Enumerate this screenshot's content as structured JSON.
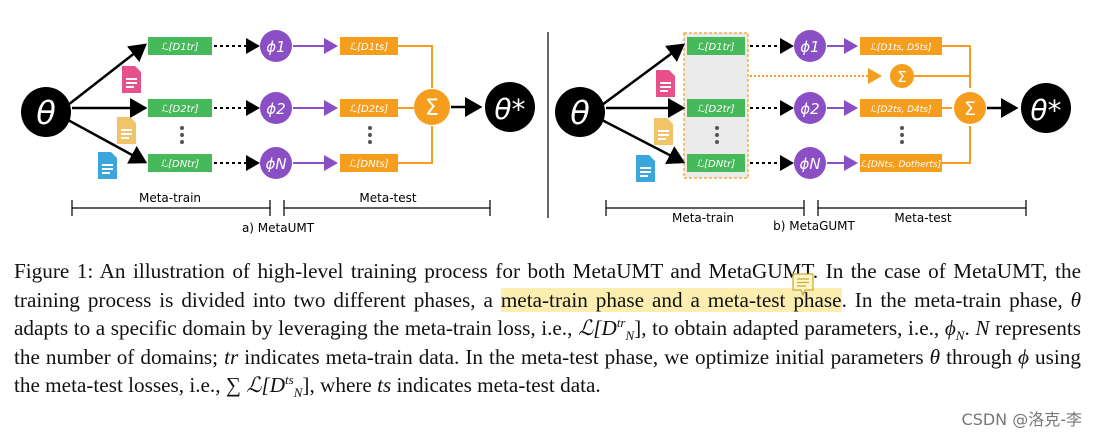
{
  "figure": {
    "theta": "θ",
    "theta_star": "θ*",
    "sum_symbol": "Σ",
    "phi_labels": [
      "ϕ1",
      "ϕ2",
      "ϕN"
    ],
    "left": {
      "train_boxes": [
        "ℒ[D1tr]",
        "ℒ[D2tr]",
        "ℒ[DNtr]"
      ],
      "test_boxes": [
        "ℒ[D1ts]",
        "ℒ[D2ts]",
        "ℒ[DNts]"
      ],
      "meta_train_label": "Meta-train",
      "meta_test_label": "Meta-test",
      "subtitle": "a) MetaUMT"
    },
    "right": {
      "train_boxes": [
        "ℒ[D1tr]",
        "ℒ[D2tr]",
        "ℒ[DNtr]"
      ],
      "test_boxes": [
        "ℒ[D1ts, D5ts]",
        "ℒ[D2ts, D4ts]",
        "ℒ[DNts, Dotherts]"
      ],
      "meta_train_label": "Meta-train",
      "meta_test_label": "Meta-test",
      "subtitle": "b) MetaGUMT"
    },
    "colors": {
      "green": "#46b95a",
      "orange": "#f59e1e",
      "purple": "#8a4fc4",
      "black": "#000000",
      "pink_doc": "#e8508c",
      "yellow_doc": "#f2c46a",
      "blue_doc": "#3aa6dc"
    }
  },
  "caption": {
    "p1": "Figure 1: An illustration of high-level training process for both MetaUMT and MetaGUMT. In the case of MetaUMT, the training process is divided into two different phases, a ",
    "highlight": "meta-train phase and a meta-test phase",
    "p2": ". In the meta-train phase, ",
    "p3": " adapts to a specific domain by leveraging the meta-train loss, i.e., ",
    "p4": ", to obtain adapted parameters, i.e., ",
    "p5": ". ",
    "p6": " represents the number of domains; ",
    "p7": " indicates meta-train data. In the meta-test phase, we optimize initial parameters ",
    "p8": " through ",
    "p9": " using the meta-test losses, i.e., ",
    "p10": ", where ",
    "p11": " indicates meta-test data.",
    "m_theta": "θ",
    "m_phi": "ϕ",
    "m_N": "N",
    "m_tr": "tr",
    "m_ts": "ts",
    "m_phiN_base": "ϕ",
    "m_phiN_sub": "N",
    "m_L_base": "ℒ[D",
    "m_L_sup_tr": "tr",
    "m_L_sup_ts": "ts",
    "m_L_sub": "N",
    "m_L_close": "]",
    "m_sum": "∑"
  },
  "watermark": "CSDN @洛克-李"
}
